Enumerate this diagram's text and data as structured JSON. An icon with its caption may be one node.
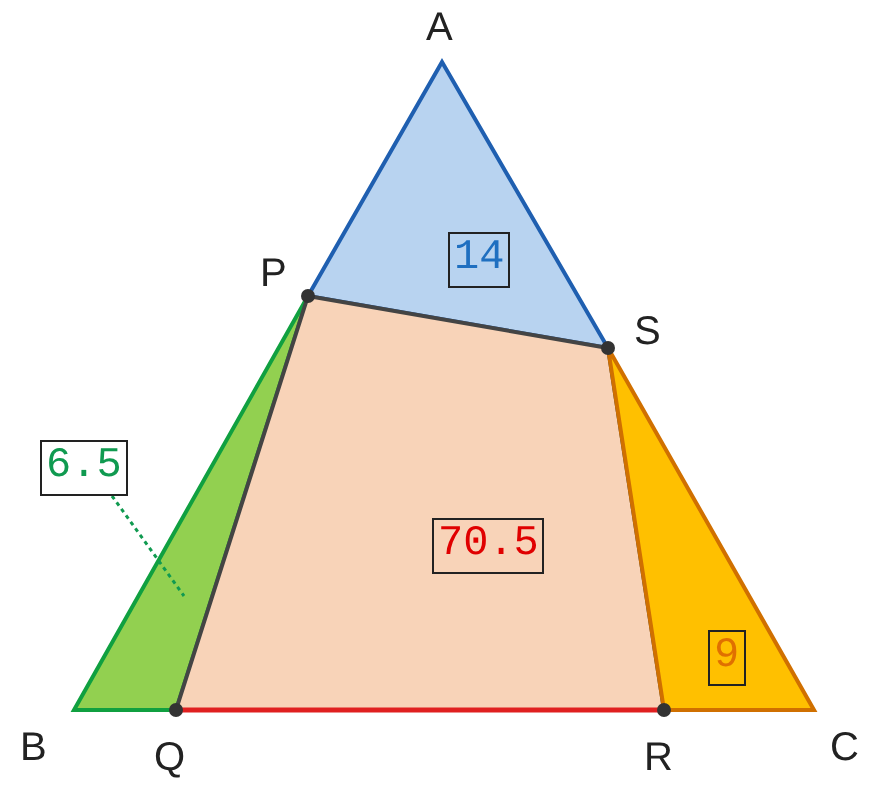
{
  "diagram": {
    "nodes": [
      {
        "text": [
          "14"
        ]
      },
      {
        "text": [
          "70.5"
        ]
      },
      {
        "text": [
          "9"
        ]
      },
      {
        "text": [
          "6.5"
        ]
      },
      {
        "text": [],
        "shape": "triangle"
      }
    ],
    "edges": [
      {
        "from": 3,
        "to": 4,
        "arrow": "none",
        "style": "dashed"
      }
    ],
    "labels": [
      "A",
      "P",
      "S",
      "B",
      "Q",
      "R",
      "C"
    ]
  }
}
